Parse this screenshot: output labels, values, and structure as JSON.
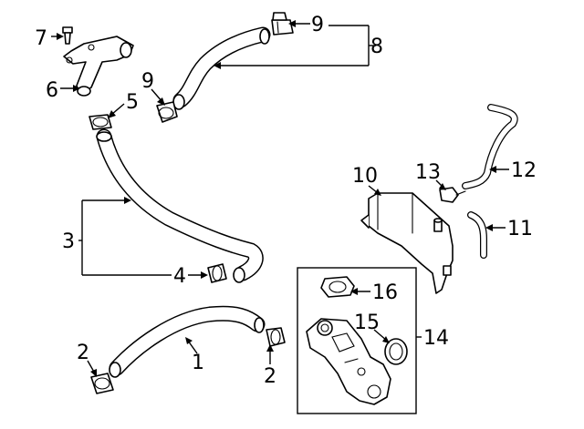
{
  "diagram": {
    "callouts": {
      "c1": "1",
      "c2a": "2",
      "c2b": "2",
      "c3": "3",
      "c4": "4",
      "c5": "5",
      "c6": "6",
      "c7": "7",
      "c8": "8",
      "c9a": "9",
      "c9b": "9",
      "c10": "10",
      "c11": "11",
      "c12": "12",
      "c13": "13",
      "c14": "14",
      "c15": "15",
      "c16": "16"
    }
  }
}
